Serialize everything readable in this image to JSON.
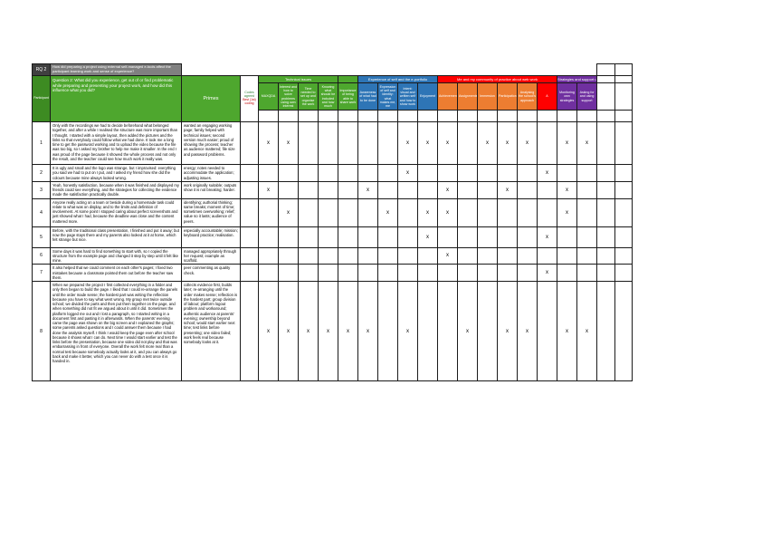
{
  "rq": {
    "label": "RQ 2",
    "question": "How did preparing a project using external self-managed e-tools affect the participant learning work and sense of experience?"
  },
  "header": {
    "participant_label": "Participant",
    "question": "Question 2: What did you experience, get out of or find problematic while preparing and presenting your project work, and how did this influence what you did?",
    "primes_label": "Primes",
    "codes_title": "Codes agreed",
    "codes_subtitle": "Best (1st) coding",
    "groups": [
      {
        "label": "Technical issues",
        "span": 4,
        "color": "#4EA72E"
      },
      {
        "label": "",
        "span": 1,
        "color": "#4EA72E"
      },
      {
        "label": "Experience of self and the e-portfolio",
        "span": 4,
        "color": "#2E75B6"
      },
      {
        "label": "Me and my community of practice about web work",
        "span": 6,
        "color": "#FF0000"
      },
      {
        "label": "Strategies and support used",
        "span": 2,
        "color": "#7030A0"
      }
    ],
    "columns": [
      {
        "label": "MAXQDA",
        "color": "#4EA72E"
      },
      {
        "label": "Interest and how to solve problems using own interest",
        "color": "#4EA72E"
      },
      {
        "label": "Time needed to set up and organise the work",
        "color": "#4EA72E"
      },
      {
        "label": "Knowing what should be included and how much",
        "color": "#4EA72E"
      },
      {
        "label": "Importance of being able to share work",
        "color": "#4EA72E"
      },
      {
        "label": "Awareness of what had to be done",
        "color": "#2E75B6"
      },
      {
        "label": "Expression of self and identity: what makes me, me",
        "color": "#2E75B6"
      },
      {
        "label": "Intent: visual and written self and how to show work",
        "color": "#2E75B6"
      },
      {
        "label": "Enjoyment",
        "color": "#2E75B6"
      },
      {
        "label": "Achievement",
        "color": "#ED7D31"
      },
      {
        "label": "Assignments",
        "color": "#ED7D31"
      },
      {
        "label": "Immersion",
        "color": "#ED7D31"
      },
      {
        "label": "Participation",
        "color": "#ED7D31"
      },
      {
        "label": "Analysing the school's approach",
        "color": "#ED7D31"
      },
      {
        "label": "A",
        "color": "#FF0000"
      },
      {
        "label": "Monitoring own strategies",
        "color": "#7030A0"
      },
      {
        "label": "Asking for and using support",
        "color": "#7030A0"
      }
    ]
  },
  "mark_glyph": "x",
  "rows": [
    {
      "num": "1",
      "response": "Only with the recordings we had to decide beforehand what belonged together, and after a while I realised the structure was more important than I thought. I started with a simple layout, then added the pictures and the links so that everybody could follow what we had done. It took me a long time to get the password working and to upload the video because the file was too big, so I asked my brother to help me make it smaller. In the end I was proud of the page because it showed the whole process and not only the result, and the teacher could see how much work it really was.",
      "primes": "wanted an engaging working page; family helped with technical issues; second version much easier; proud of showing the process; teacher as audience mattered; file size and password problems.",
      "marks": [
        1,
        2,
        8,
        9,
        10,
        12,
        13,
        14,
        16,
        17
      ]
    },
    {
      "num": "2",
      "response": "It is ugly and small and the logo was strange, but I improvised: everything you said we had to put on I put, and I asked my friend how she did the colours because mine always looked wrong.",
      "primes": "energy; notes needed to accommodate the application; adjusting issues.",
      "marks": [
        8,
        15
      ]
    },
    {
      "num": "3",
      "response": "Yeah, honestly satisfaction, because when it was finished and displayed my friends could see everything, and the strategies for collecting the evidence made the satisfaction practically double.",
      "primes": "work originally suitable; outputs show it is not breaking; harder.",
      "marks": [
        1,
        6,
        10,
        13,
        16
      ]
    },
    {
      "num": "4",
      "response": "Anyone really acting on a team or beside during a homemade task could relate to what was on display, and to the limits and definition of involvement. At some point I stopped caring about perfect screenshots and just showed what I had, because the deadline was close and the content mattered more.",
      "primes": "identifying; authorial thinking; same breaks; moment of time; sometimes overworking; relief; value so it lasts; audience of peers.",
      "marks": [
        2,
        7,
        9,
        10,
        16
      ]
    },
    {
      "num": "5",
      "response": "Before, with the traditional class presentation, I finished and put it away; but now the page stays there and my parents also looked at it at home, which felt strange but nice.",
      "primes": "especially accountable; mission; keyboard practice; realisation.",
      "marks": [
        9,
        15
      ]
    },
    {
      "num": "6",
      "response": "Some days it was hard to find something to start with, so I copied the structure from the example page and changed it step by step until it felt like mine.",
      "primes": "managed appropriately through her request; example as scaffold.",
      "marks": [
        10
      ]
    },
    {
      "num": "7",
      "response": "It also helped that we could comment on each other's pages; I fixed two mistakes because a classmate pointed them out before the teacher saw them.",
      "primes": "peer commenting as quality check.",
      "marks": [
        15
      ]
    },
    {
      "num": "8",
      "response": "When we prepared the project I first collected everything in a folder and only then began to build the page. I liked that I could re-arrange the panels until the order made sense; the hardest part was writing the reflection because you have to say what went wrong. My group met twice outside school; we divided the parts and then put them together on the page, and when something did not fit we argued about it until it did. Sometimes the platform logged me out and I lost a paragraph, so I started writing in a document first and pasting it in afterwards. When the parents' evening came the page was shown on the big screen and I explained the graphs; some parents asked questions and I could answer them because I had done the analysis myself. I think I would keep the page even after school because it shows what I can do. Next time I would start earlier and test the links before the presentation, because one video did not play and that was embarrassing in front of everyone. Overall the work felt more real than a normal test because somebody actually looks at it, and you can always go back and make it better, which you can never do with a test once it is handed in.",
      "primes": "collects evidence first, builds later; re-arranging until the order makes sense; reflection is the hardest part; group division of labour; platform logout problem and workaround; authentic audience at parents' evening; ownership beyond school; would start earlier next time; test links before presenting; one video failed; work feels real because somebody looks at it.",
      "marks": [
        1,
        2,
        3,
        4,
        5,
        6,
        8,
        11,
        13,
        14,
        16,
        17
      ]
    }
  ]
}
